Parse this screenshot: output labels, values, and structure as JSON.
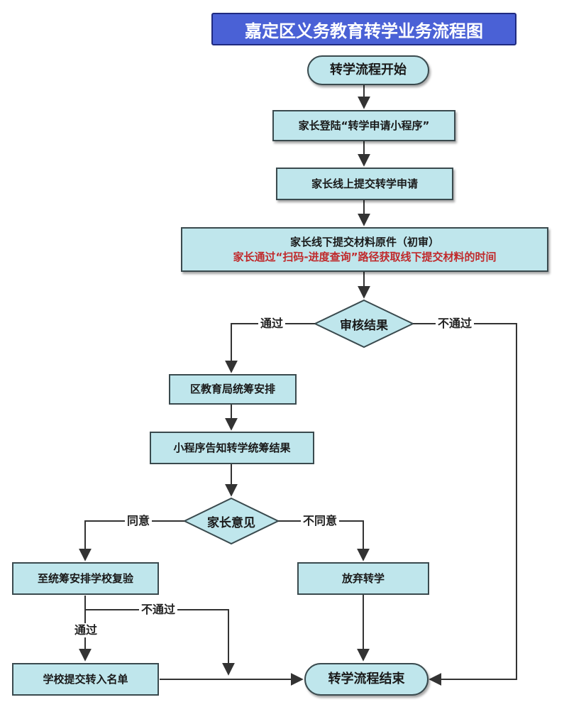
{
  "title": "嘉定区义务教育转学业务流程图",
  "nodes": {
    "start": "转学流程开始",
    "login": "家长登陆“转学申请小程序”",
    "submit_online": "家长线上提交转学申请",
    "submit_offline": "家长线下提交材料原件（初审）",
    "submit_offline_note": "家长通过“扫码-进度查询”路径获取线下提交材料的时间",
    "review_result": "审核结果",
    "district_arrange": "区教育局统筹安排",
    "notify_result": "小程序告知转学统筹结果",
    "parent_opinion": "家长意见",
    "recheck": "至统筹安排学校复验",
    "give_up": "放弃转学",
    "transfer_list": "学校提交转入名单",
    "end": "转学流程结束"
  },
  "edge_labels": {
    "review_pass": "通过",
    "review_fail": "不通过",
    "agree": "同意",
    "disagree": "不同意",
    "recheck_fail": "不通过",
    "recheck_pass": "通过"
  },
  "colors": {
    "title_bg": "#4a61d6",
    "node_fill": "#bfe6ec",
    "node_border": "#3a4a4e",
    "note_red": "#c0292b"
  }
}
